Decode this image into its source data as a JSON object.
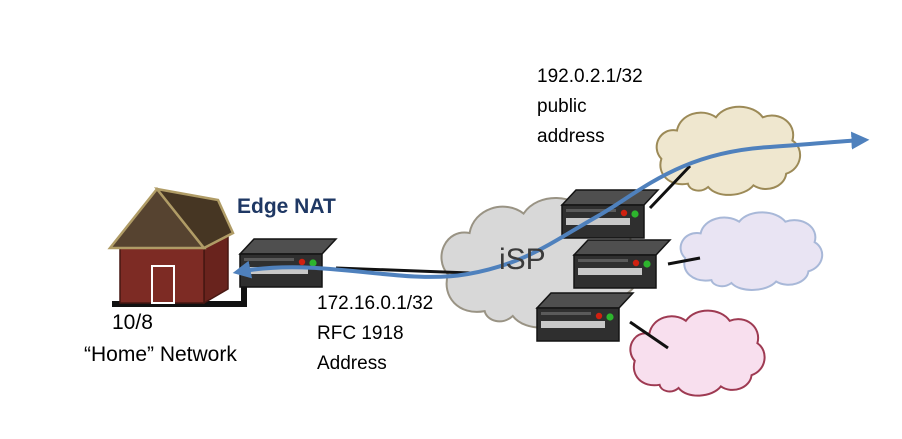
{
  "labels": {
    "public_address": [
      "192.0.2.1/32",
      "public",
      "address"
    ],
    "edge_nat": "Edge NAT",
    "isp": "iSP",
    "private_address": [
      "172.16.0.1/32",
      "RFC 1918",
      "Address"
    ],
    "home_prefix": "10/8",
    "home_network": "“Home” Network"
  },
  "colors": {
    "arrow_blue": "#4f81bd",
    "isp_cloud_fill": "#d8d8d8",
    "public_cloud_fill": "#efe7cf",
    "public_cloud_stroke": "#9c8a57",
    "lavender_cloud_fill": "#e9e4f3",
    "lavender_cloud_stroke": "#a8b8d8",
    "pink_cloud_fill": "#f8dfee",
    "pink_cloud_stroke": "#9e3a52",
    "house_wall": "#7d2b24",
    "roof": "#564330",
    "roof_trim": "#b09c66",
    "router_body": "#2f2f2f",
    "edge_nat_text": "#1f3864",
    "connector_black": "#111111"
  }
}
